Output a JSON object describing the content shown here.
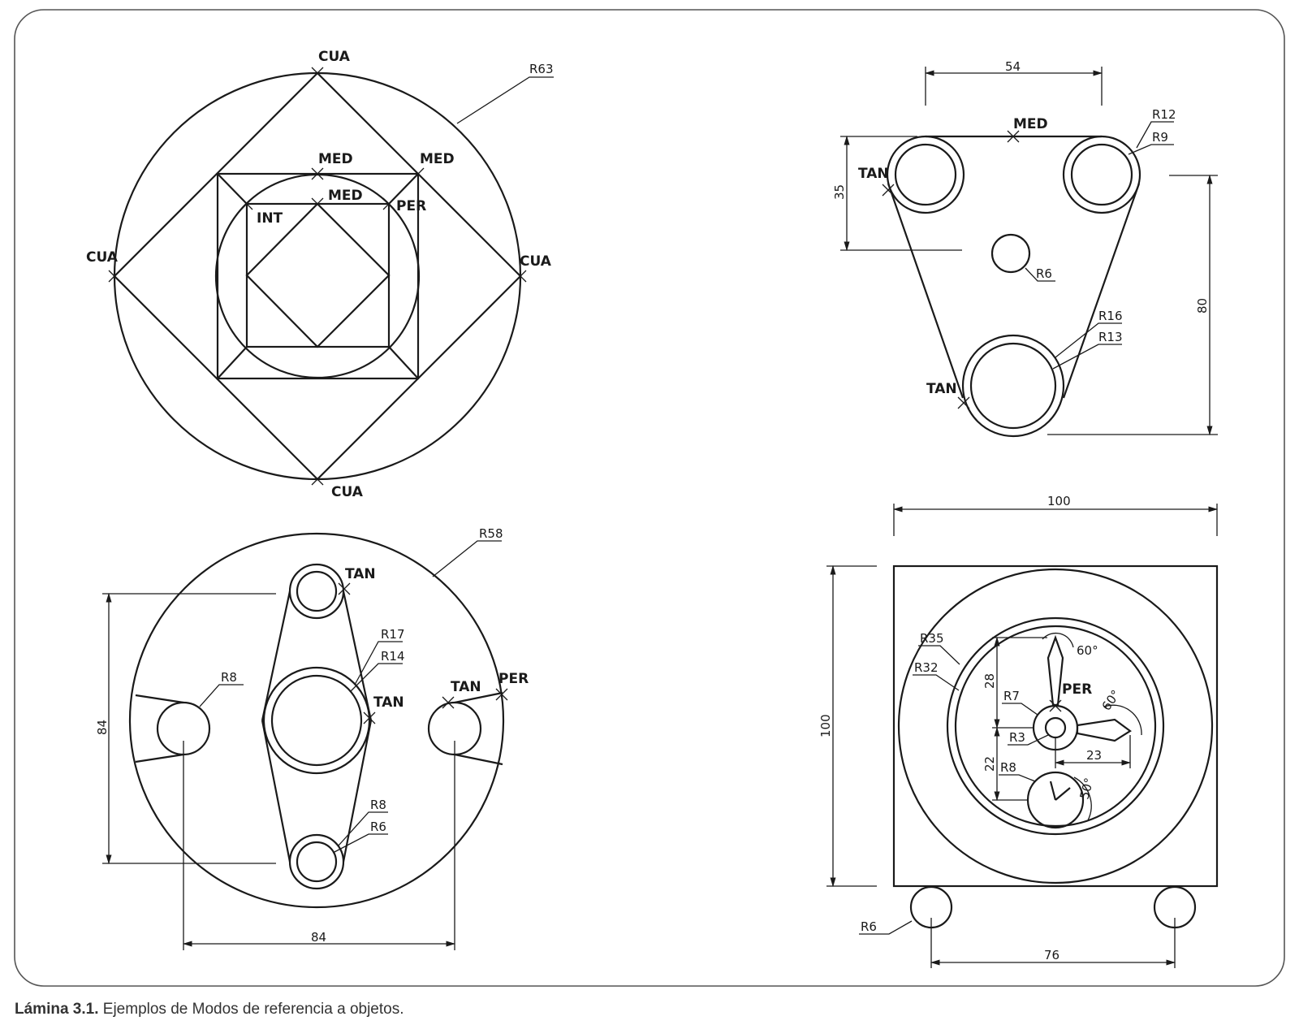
{
  "caption": {
    "label": "Lámina 3.1.",
    "text": "Ejemplos de Modos de referencia a objetos."
  },
  "fig1": {
    "cua": "CUA",
    "med": "MED",
    "int": "INT",
    "per": "PER",
    "r63": "R63"
  },
  "fig2": {
    "d54": "54",
    "med": "MED",
    "r12": "R12",
    "r9": "R9",
    "tan": "TAN",
    "d35": "35",
    "r6": "R6",
    "d80": "80",
    "r16": "R16",
    "r13": "R13"
  },
  "fig3": {
    "r58": "R58",
    "tan": "TAN",
    "r17": "R17",
    "r14": "R14",
    "r8": "R8",
    "per": "PER",
    "d84": "84",
    "r6": "R6"
  },
  "fig4": {
    "d100": "100",
    "r35": "R35",
    "r32": "R32",
    "d28": "28",
    "a60": "60°",
    "per": "PER",
    "r7": "R7",
    "r3": "R3",
    "d23": "23",
    "d22": "22",
    "r8": "R8",
    "a50": "50°",
    "r6": "R6",
    "d76": "76"
  }
}
